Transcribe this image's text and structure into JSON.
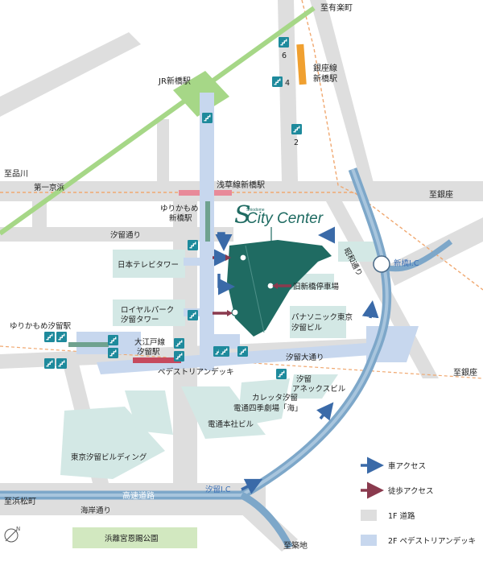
{
  "labels": {
    "to_yurakucho": "至有楽町",
    "ginza_line": [
      "銀座線",
      "新橋駅"
    ],
    "jr_shimbashi": "JR新橋駅",
    "to_shinagawa": "至品川",
    "daiichi_keihin": "第一京浜",
    "asakusa_line": "浅草線新橋駅",
    "to_ginza": "至銀座",
    "yurikamome_shimbashi": [
      "ゆりかもめ",
      "新橋駅"
    ],
    "shiodome_dori": "汐留通り",
    "nittele": "日本テレビタワー",
    "showa_dori": "昭和通り",
    "shimbashi_ic": "新橋I.C",
    "old_shimbashi": "旧新橋停車場",
    "royal_park": [
      "ロイヤルパーク",
      "汐留タワー"
    ],
    "panasonic": [
      "パナソニック東京",
      "汐留ビル"
    ],
    "yurikamome_shiodome": "ゆりかもめ汐留駅",
    "oedo_line": [
      "大江戸線",
      "汐留駅"
    ],
    "shiodome_odori": "汐留大通り",
    "to_ginza2": "至銀座",
    "pedestrian_deck": "ペデストリアンデッキ",
    "annex": [
      "汐留",
      "アネックスビル"
    ],
    "caretta": [
      "カレッタ汐留",
      "電通四季劇場「海」"
    ],
    "dentsu": "電通本社ビル",
    "tokyo_shiodome": "東京汐留ビルディング",
    "shiodome_ic": "汐留I.C",
    "to_hamamatsucho": "至浜松町",
    "expressway": "高速道路",
    "kaigan_dori": "海岸通り",
    "hamarikyu": "浜離宮恩賜公園",
    "to_tsukiji": "至築地"
  },
  "exits": [
    "6",
    "4",
    "2"
  ],
  "logo": {
    "sub": "Shiodome",
    "main": "City Center"
  },
  "legend": [
    {
      "label": "車アクセス",
      "kind": "arrow",
      "color": "#3a6aa8"
    },
    {
      "label": "徒歩アクセス",
      "kind": "arrow",
      "color": "#8a3a4e"
    },
    {
      "label": "1F 道路",
      "kind": "box",
      "color": "#dedede"
    },
    {
      "label": "2F ペデストリアンデッキ",
      "kind": "box",
      "color": "#c7d7ee"
    }
  ],
  "colors": {
    "road": "#dedede",
    "deck": "#c7d7ee",
    "building": "#d3e8e5",
    "city_center": "#1f6b62",
    "expressway": "#7da7c9",
    "jr_line": "#a6d787",
    "ginza_station": "#f0a030",
    "asakusa_station": "#e88a99",
    "rail_dash": "#f0a870",
    "car_arrow": "#3a6aa8",
    "walk_arrow": "#8a3a4e",
    "park": "#d2e8c0",
    "stair_icon": "#1e8a9c"
  }
}
